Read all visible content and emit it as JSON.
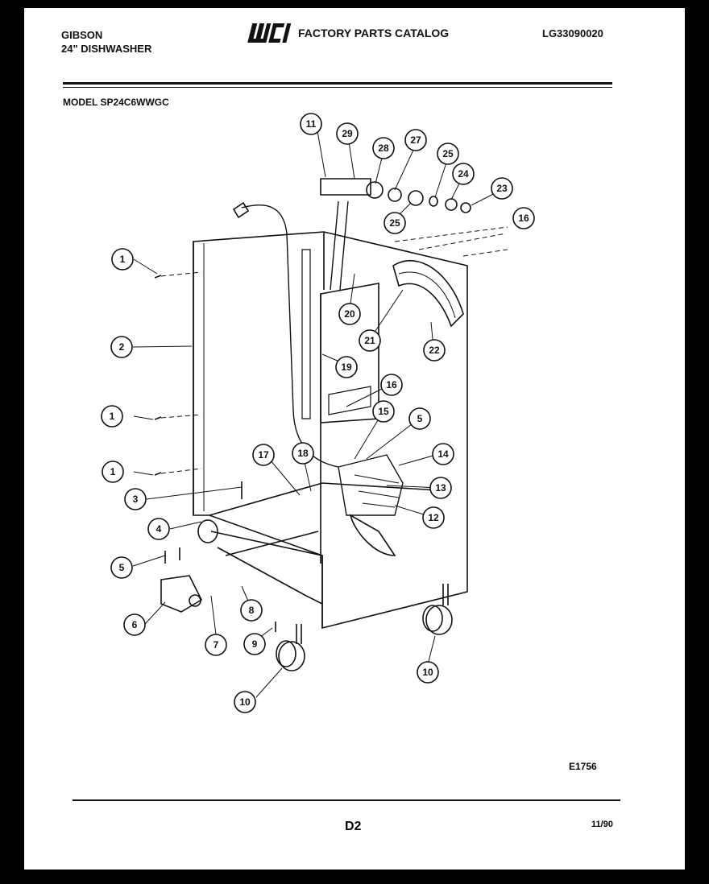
{
  "header": {
    "brand": "GIBSON",
    "product": "24\" DISHWASHER",
    "logo_text": "WCI",
    "catalog_title": "FACTORY PARTS CATALOG",
    "catalog_number": "LG33090020",
    "model": "MODEL SP24C6WWGC"
  },
  "footer": {
    "diagram_code": "E1756",
    "page": "D2",
    "date": "11/90"
  },
  "callouts": [
    "1",
    "1",
    "1",
    "2",
    "3",
    "4",
    "5",
    "5",
    "6",
    "7",
    "8",
    "9",
    "10",
    "10",
    "11",
    "12",
    "13",
    "14",
    "15",
    "16",
    "16",
    "17",
    "18",
    "19",
    "20",
    "21",
    "22",
    "23",
    "24",
    "25",
    "25",
    "27",
    "28",
    "29"
  ]
}
